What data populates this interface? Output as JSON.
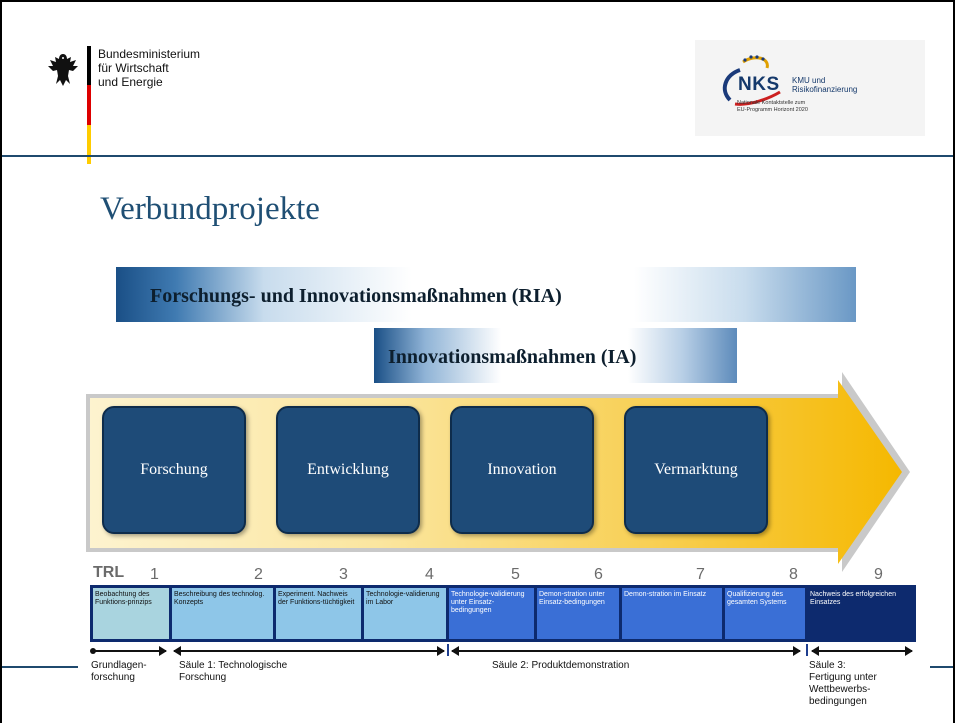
{
  "ministry": {
    "line1": "Bundesministerium",
    "line2": "für Wirtschaft",
    "line3": "und Energie",
    "flag_colors": [
      "#000000",
      "#dd0000",
      "#ffcc00"
    ]
  },
  "nks_logo": {
    "title": "NKS",
    "sub1": "KMU und",
    "sub2": "Risikofinanzierung",
    "small1": "Nationale Kontaktstelle zum",
    "small2": "EU-Programm Horizont 2020"
  },
  "slide": {
    "title": "Verbundprojekte",
    "ria": "Forschungs- und Innovationsmaßnahmen (RIA)",
    "ia": "Innovationsmaßnahmen (IA)"
  },
  "phases": [
    "Forschung",
    "Entwicklung",
    "Innovation",
    "Vermarktung"
  ],
  "trl": {
    "header": "TRL",
    "numbers": [
      "1",
      "2",
      "3",
      "4",
      "5",
      "6",
      "7",
      "8",
      "9"
    ],
    "cells": [
      "Beobachtung des Funktions-prinzips",
      "Beschreibung des technolog. Konzepts",
      "Experiment. Nachweis der Funktions-tüchtigkeit",
      "Technologie-validierung im Labor",
      "Technologie-validierung unter Einsatz-bedingungen",
      "Demon-stration unter Einsatz-bedingungen",
      "Demon-stration im Einsatz",
      "Qualifizierung des gesamten Systems",
      "Nachweis des erfolgreichen Einsatzes"
    ]
  },
  "saulen": {
    "grundlagen_1": "Grundlagen-",
    "grundlagen_2": "forschung",
    "s1_1": "Säule 1: Technologische",
    "s1_2": "Forschung",
    "s2": "Säule 2: Produktdemonstration",
    "s3_1": "Säule 3:",
    "s3_2": "Fertigung unter",
    "s3_3": "Wettbewerbs-",
    "s3_4": "bedingungen"
  },
  "colors": {
    "accent_blue": "#1e4b78",
    "arrow_yellow": "#f5b800",
    "title_blue": "#1f4f74"
  }
}
